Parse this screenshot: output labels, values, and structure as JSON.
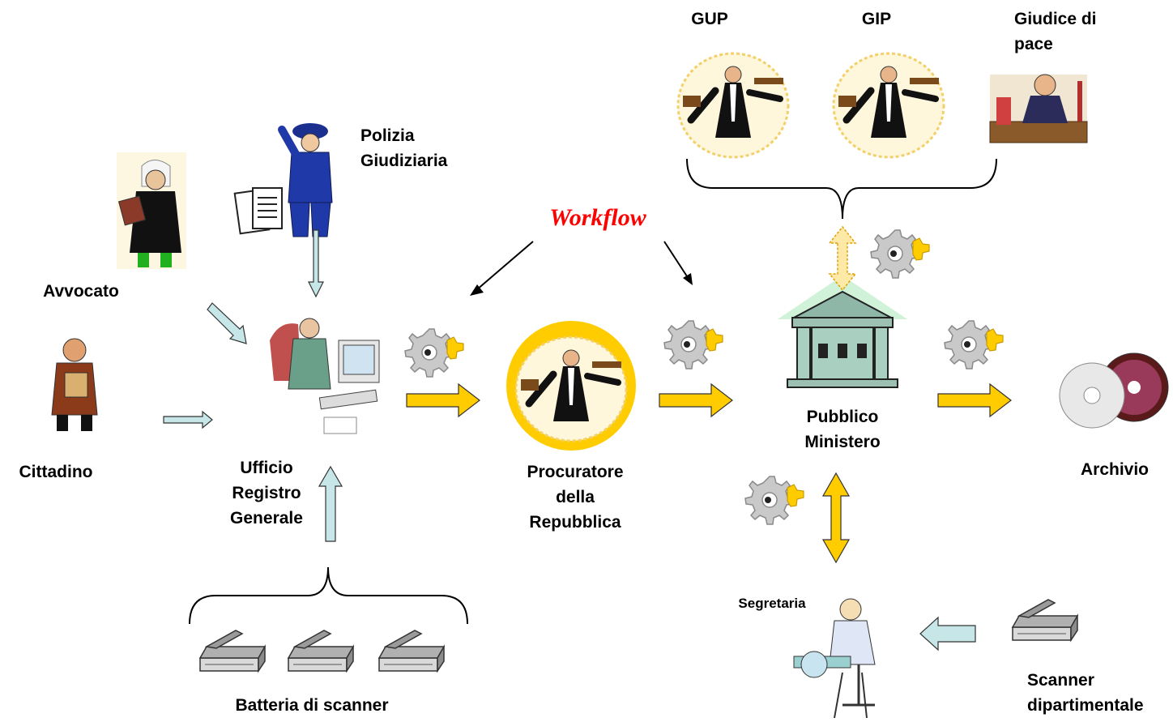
{
  "workflow": "Workflow",
  "labels": {
    "gup": "GUP",
    "gip": "GIP",
    "giudice_di_pace": "Giudice di\npace",
    "polizia": "Polizia\nGiudiziaria",
    "avvocato": "Avvocato",
    "cittadino": "Cittadino",
    "ufficio": "Ufficio\nRegistro\nGenerale",
    "procuratore": "Procuratore\ndella\nRepubblica",
    "pubblico_ministero": "Pubblico\nMinistero",
    "archivio": "Archivio",
    "segretaria": "Segretaria",
    "scanner_dipartimentale": "Scanner\ndipartimentale",
    "batteria": "Batteria di scanner"
  },
  "colors": {
    "flow_arrow": "#ffcc00",
    "input_arrow": "#c6e6e8",
    "workflow_text": "#ff0000",
    "judge_circle": "#ffcc00"
  },
  "icons": [
    "judge-icon",
    "gear-icon",
    "building-icon",
    "cd-icon",
    "scanner-icon",
    "police-icon",
    "lawyer-icon",
    "citizen-icon",
    "clerk-icon",
    "secretary-icon"
  ]
}
